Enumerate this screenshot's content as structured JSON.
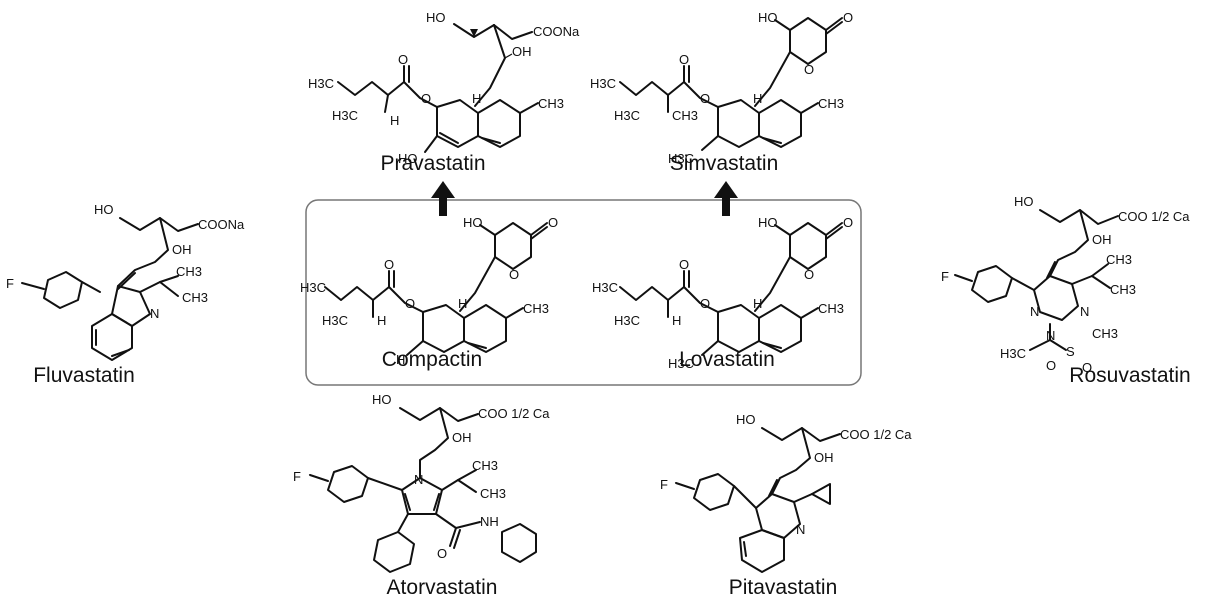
{
  "compounds": {
    "pravastatin": {
      "name": "Pravastatin"
    },
    "simvastatin": {
      "name": "Simvastatin"
    },
    "compactin": {
      "name": "Compactin"
    },
    "lovastatin": {
      "name": "Lovastatin"
    },
    "fluvastatin": {
      "name": "Fluvastatin"
    },
    "rosuvastatin": {
      "name": "Rosuvastatin"
    },
    "atorvastatin": {
      "name": "Atorvastatin"
    },
    "pitavastatin": {
      "name": "Pitavastatin"
    }
  },
  "labels": {
    "ho": "HO",
    "oh": "OH",
    "coona": "COONa",
    "coo_half_ca": "COO 1/2 Ca",
    "h": "H",
    "o": "O",
    "n": "N",
    "f": "F",
    "s": "S",
    "nh": "NH",
    "ch3": "CH3",
    "h3c": "H3C"
  },
  "arrows": [
    {
      "from": "compactin",
      "to": "pravastatin"
    },
    {
      "from": "lovastatin",
      "to": "simvastatin"
    }
  ]
}
